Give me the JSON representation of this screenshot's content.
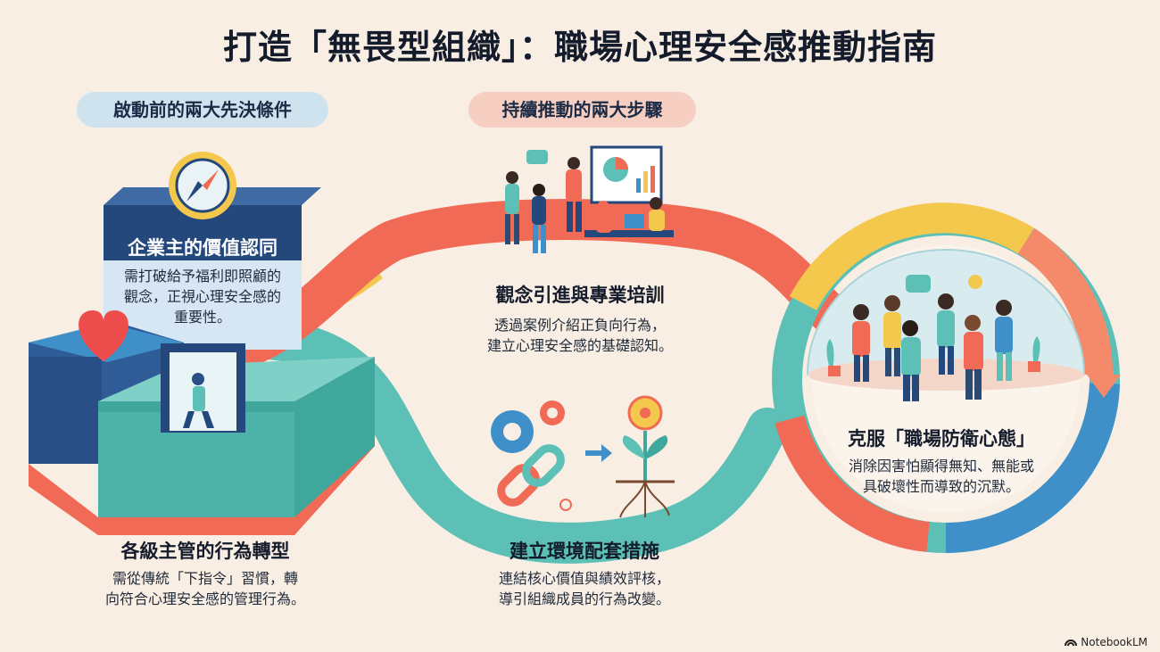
{
  "title": "打造「無畏型組織」：職場心理安全感推動指南",
  "left_pill": "啟動前的兩大先決條件",
  "right_pill": "持續推動的兩大步驟",
  "owner": {
    "heading": "企業主的價值認同",
    "desc_1": "需打破給予福利即照顧的",
    "desc_2": "觀念，正視心理安全感的",
    "desc_3": "重要性。"
  },
  "managers": {
    "heading": "各級主管的行為轉型",
    "desc_1": "需從傳統「下指令」習慣，轉",
    "desc_2": "向符合心理安全感的管理行為。"
  },
  "training": {
    "heading": "觀念引進與專業培訓",
    "desc_1": "透過案例介紹正負向行為，",
    "desc_2": "建立心理安全感的基礎認知。"
  },
  "environment": {
    "heading": "建立環境配套措施",
    "desc_1": "連結核心價值與績效評核，",
    "desc_2": "導引組織成員的行為改變。"
  },
  "defense": {
    "heading": "克服「職場防衛心態」",
    "desc_1": "消除因害怕顯得無知、無能或",
    "desc_2": "具破壞性而導致的沉默。"
  },
  "brand": "NotebookLM",
  "colors": {
    "coral": "#f06a55",
    "teal": "#5cc0b6",
    "navy": "#24477c",
    "yellow": "#f4c84c",
    "blue": "#3f8fc8"
  }
}
